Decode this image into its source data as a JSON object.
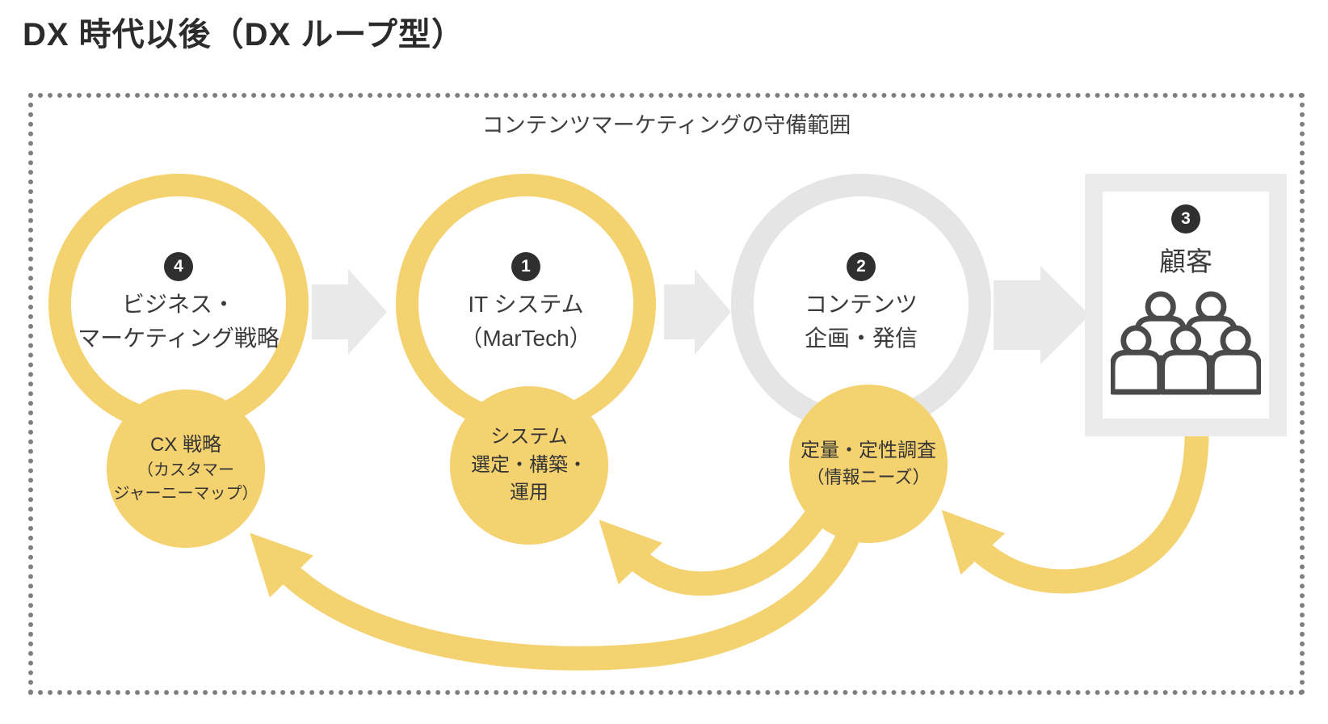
{
  "title": "DX 時代以後（DX ループ型）",
  "scope": {
    "label": "コンテンツマーケティングの守備範囲"
  },
  "steps": [
    {
      "number": "4",
      "line1": "ビジネス・",
      "line2": "マーケティング戦略"
    },
    {
      "number": "1",
      "line1": "IT システム",
      "line2": "（MarTech）"
    },
    {
      "number": "2",
      "line1": "コンテンツ",
      "line2": "企画・発信"
    },
    {
      "number": "3",
      "label": "顧客"
    }
  ],
  "substeps": [
    {
      "line1": "CX 戦略",
      "line2": "（カスタマー",
      "line3": "ジャーニーマップ）"
    },
    {
      "line1": "システム",
      "line2": "選定・構築・",
      "line3": "運用"
    },
    {
      "line1": "定量・定性調査",
      "line2": "（情報ニーズ）"
    }
  ],
  "icons": {
    "customers": "people-group-icon",
    "forward_arrow": "right-block-arrow-icon",
    "loop_arrow": "curved-loop-arrow-icon"
  },
  "colors": {
    "accent_yellow": "#f5d270",
    "muted_ring_gray": "#e5e5e5",
    "block_arrow_gray": "#e9e9e9",
    "customer_frame_gray": "#ebebeb",
    "people_icon_stroke": "#4a4a4a",
    "text": "#3a3a3a",
    "badge_background": "#2f2f2f",
    "dotted_border_gray": "#7f7f7f"
  }
}
